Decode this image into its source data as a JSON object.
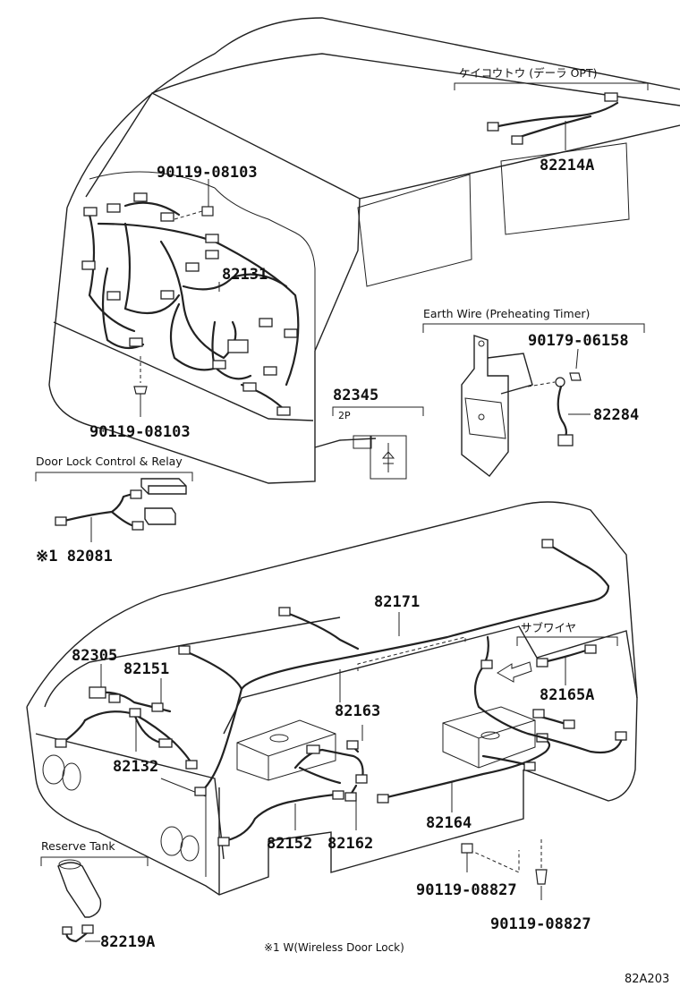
{
  "labels": {
    "p_82214A": "82214A",
    "p_90119_08103_top": "90119-08103",
    "p_82131": "82131",
    "p_90179_06158": "90179-06158",
    "p_82345": "82345",
    "p_82284": "82284",
    "p_90119_08103_bottom": "90119-08103",
    "p_82081": "※1 82081",
    "p_82171": "82171",
    "p_82305": "82305",
    "p_82151": "82151",
    "p_82163": "82163",
    "p_82165A": "82165A",
    "p_82132": "82132",
    "p_82164": "82164",
    "p_82152": "82152",
    "p_82162": "82162",
    "p_90119_08827_a": "90119-08827",
    "p_90119_08827_b": "90119-08827",
    "p_82219A": "82219A"
  },
  "captions": {
    "dealer_opt": "ケイコウトウ (デーラ OPT)",
    "earth_wire": "Earth Wire (Preheating Timer)",
    "door_lock": "Door Lock Control & Relay",
    "two_p": "2P",
    "sub_wire": "サブワイヤ",
    "reserve_tank": "Reserve Tank"
  },
  "footnote": "※1 W(Wireless Door Lock)",
  "diagram_code": "82A203"
}
